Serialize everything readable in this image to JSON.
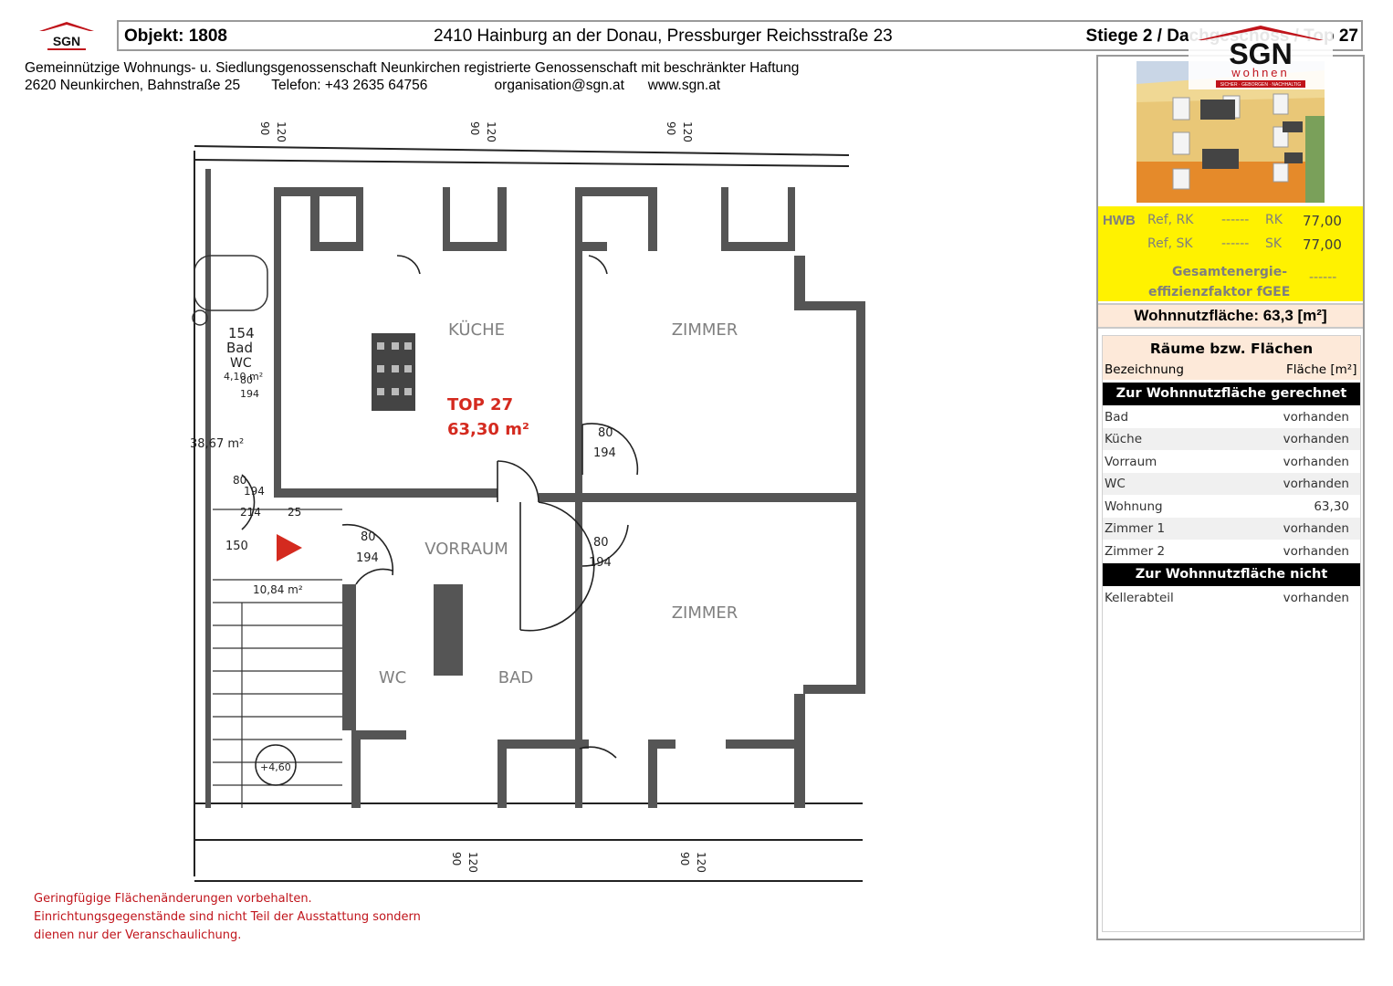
{
  "header": {
    "objekt": "Objekt:  1808",
    "address": "2410 Hainburg an der Donau, Pressburger Reichsstraße 23",
    "stiege_bold": "Stiege 2",
    "stiege_rest": " / Dachgeschoss / Top 27"
  },
  "logo": {
    "text": "SGN",
    "big_text": "SGN",
    "big_sub": "wohnen",
    "big_tagline": "SICHER · GEBORGEN · NACHHALTIG"
  },
  "company": {
    "line1": "Gemeinnützige Wohnungs- u. Siedlungsgenossenschaft Neunkirchen registrierte Genossenschaft mit beschränkter Haftung",
    "line2": "2620 Neunkirchen, Bahnstraße 25        Telefon: +43 2635 64756                 organisation@sgn.at      www.sgn.at"
  },
  "energy": {
    "hwb": "HWB",
    "ref_rk": "Ref, RK",
    "ref_rk_dash": "------",
    "rk": "RK",
    "rk_value": "77,00",
    "ref_sk": "Ref, SK",
    "ref_sk_dash": "------",
    "sk": "SK",
    "sk_value": "77,00",
    "fgee_line1": "Gesamtenergie-",
    "fgee_line2": "effizienzfaktor fGEE",
    "fgee_value": "------"
  },
  "wohnnutzflaeche": "Wohnnutzfläche: 63,3 [m²]",
  "rooms": {
    "title": "Räume bzw. Flächen",
    "col_name": "Bezeichnung",
    "col_area": "Fläche [m²]",
    "section1": "Zur Wohnnutzfläche gerechnet",
    "items1": [
      {
        "name": "Bad",
        "value": "vorhanden"
      },
      {
        "name": "Küche",
        "value": "vorhanden"
      },
      {
        "name": "Vorraum",
        "value": "vorhanden"
      },
      {
        "name": "WC",
        "value": "vorhanden"
      },
      {
        "name": "Wohnung",
        "value": "63,30"
      },
      {
        "name": "Zimmer 1",
        "value": "vorhanden"
      },
      {
        "name": "Zimmer 2",
        "value": "vorhanden"
      }
    ],
    "section2": "Zur Wohnnutzfläche nicht gerechnet",
    "items2": [
      {
        "name": "Kellerabteil",
        "value": "vorhanden"
      }
    ]
  },
  "plan": {
    "kueche": "KÜCHE",
    "zimmer_top": "ZIMMER",
    "zimmer_bottom": "ZIMMER",
    "vorraum": "VORRAUM",
    "wc": "WC",
    "bad": "BAD",
    "top": "TOP 27",
    "area": "63,30 m²",
    "hand": {
      "bad_num": "154",
      "bad_word": "Bad",
      "bad_wc": "WC",
      "bad_area": "4,10 m²",
      "area_left": "38,67 m²",
      "stair_area": "10,84 m²",
      "level": "+4,60",
      "d1": "80",
      "d1b": "194",
      "d2": "80",
      "d2b": "194",
      "d3": "80",
      "d3b": "194",
      "d4": "80",
      "d4b": "194",
      "d5": "80",
      "d5b": "194",
      "w1": "90",
      "w1b": "120",
      "w2": "90",
      "w2b": "120",
      "w3": "90",
      "w3b": "120",
      "w4": "90",
      "w4b": "120",
      "w5": "90",
      "w5b": "120",
      "m150": "150",
      "m214": "214",
      "m25": "25"
    }
  },
  "disclaimer": {
    "line1": "Geringfügige Flächenänderungen vorbehalten.",
    "line2": "Einrichtungsgegenstände sind nicht Teil der Ausstattung sondern",
    "line3": "dienen nur der Veranschaulichung."
  },
  "colors": {
    "energy_bg": "#fff200",
    "accent_red": "#d42a1f",
    "salmon": "#fde9d9"
  }
}
